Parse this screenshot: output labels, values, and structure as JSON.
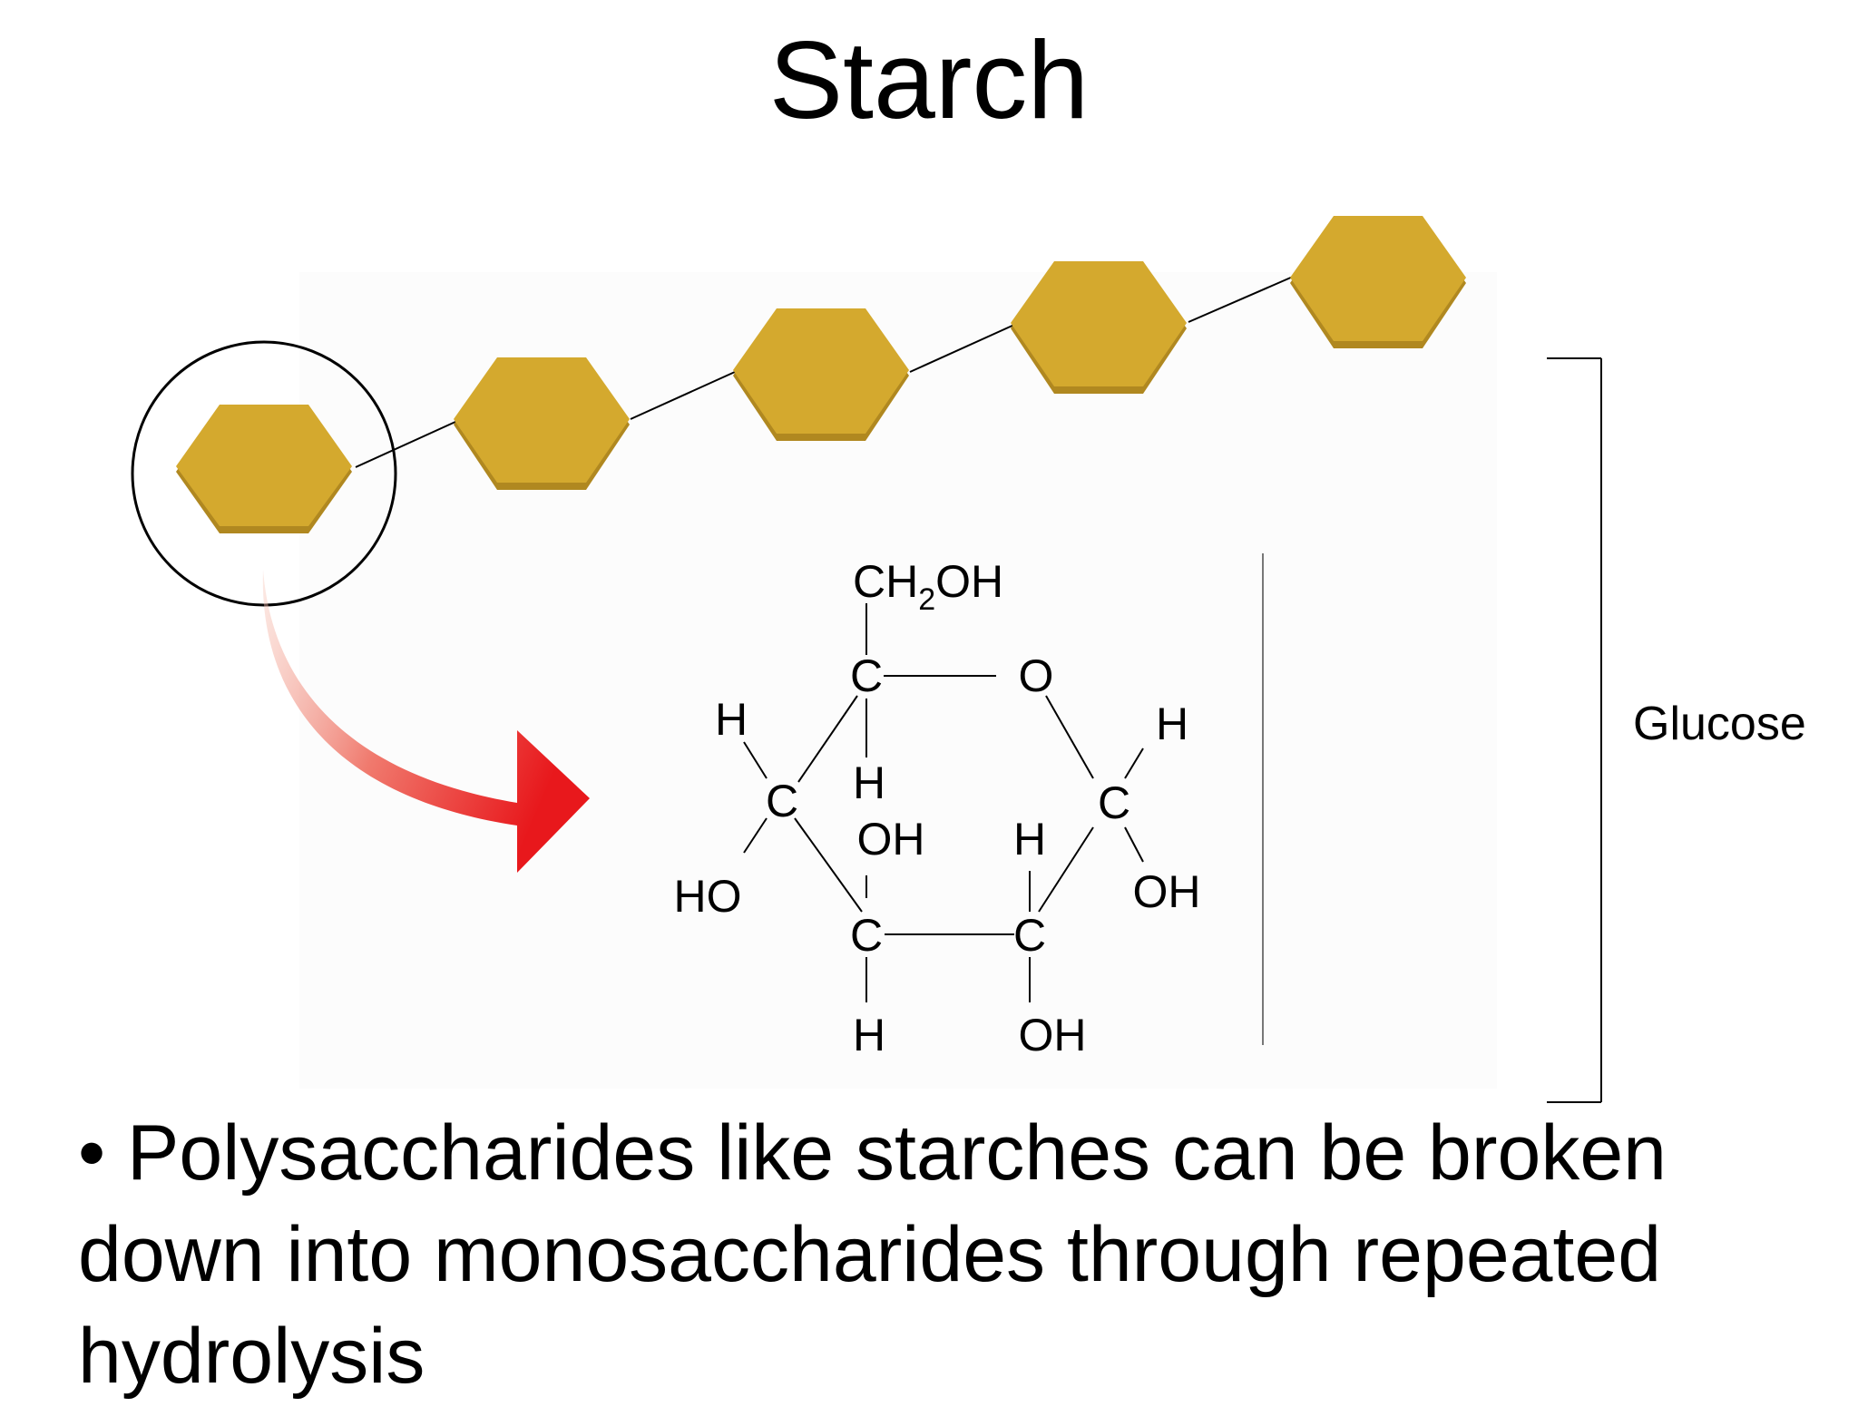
{
  "slide": {
    "title": "Starch",
    "bullet_marker": "•",
    "bullet_text": "Polysaccharides like starches can be broken down into monosaccharides through repeated hydrolysis"
  },
  "diagram": {
    "bracket_label": "Glucose",
    "structure": {
      "ch2oh_main": "CH",
      "ch2oh_sub": "2",
      "ch2oh_tail": "OH",
      "c5": "C",
      "ring_o": "O",
      "c4": "C",
      "c3": "C",
      "c2": "C",
      "c1": "C",
      "h_c4": "H",
      "ho_c4": "HO",
      "h_c5": "H",
      "oh_c3": "OH",
      "h_c3": "H",
      "h_c2": "H",
      "oh_c2": "OH",
      "h_c1": "H",
      "oh_c1": "OH"
    },
    "colors": {
      "hexagon_fill": "#d4a92e",
      "hexagon_shadow": "#b08820",
      "arrow_start": "#f6c4b6",
      "arrow_end": "#e8181c"
    }
  }
}
